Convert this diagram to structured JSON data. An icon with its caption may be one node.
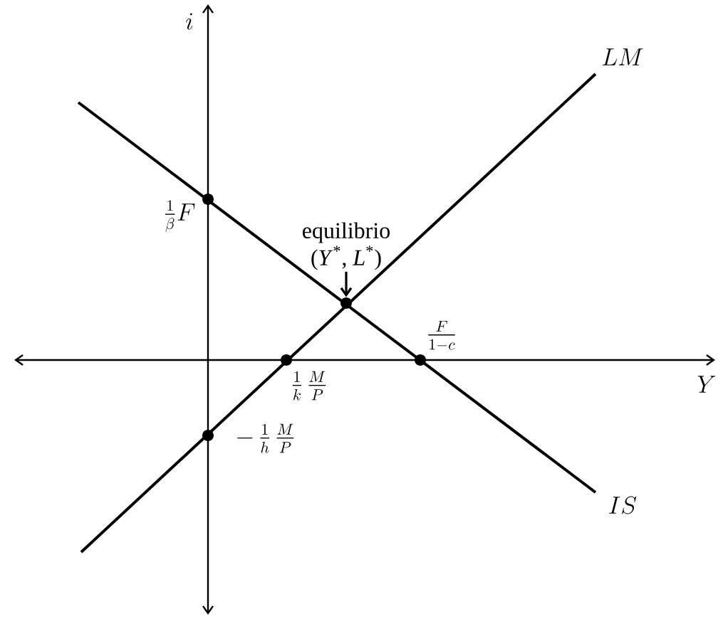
{
  "diagram": {
    "nodes": [
      {
        "text": [
          "equilibrio",
          "(*Y*$^{*}$, *L*$^{*}$)"
        ]
      },
      {
        "text": [],
        "shape": "circle"
      }
    ],
    "edges": [
      {
        "from": 0,
        "to": 1,
        "arrow": "to"
      }
    ],
    "labels": [
      "i",
      "LM",
      "\\frac{1}{\\beta}F",
      "\\frac{F}{1-c}",
      "Y",
      "\\frac{1}{k}\\,\\frac{M}{P}",
      "-\\,\\frac{1}{h}\\,\\frac{M}{P}",
      "IS"
    ]
  }
}
